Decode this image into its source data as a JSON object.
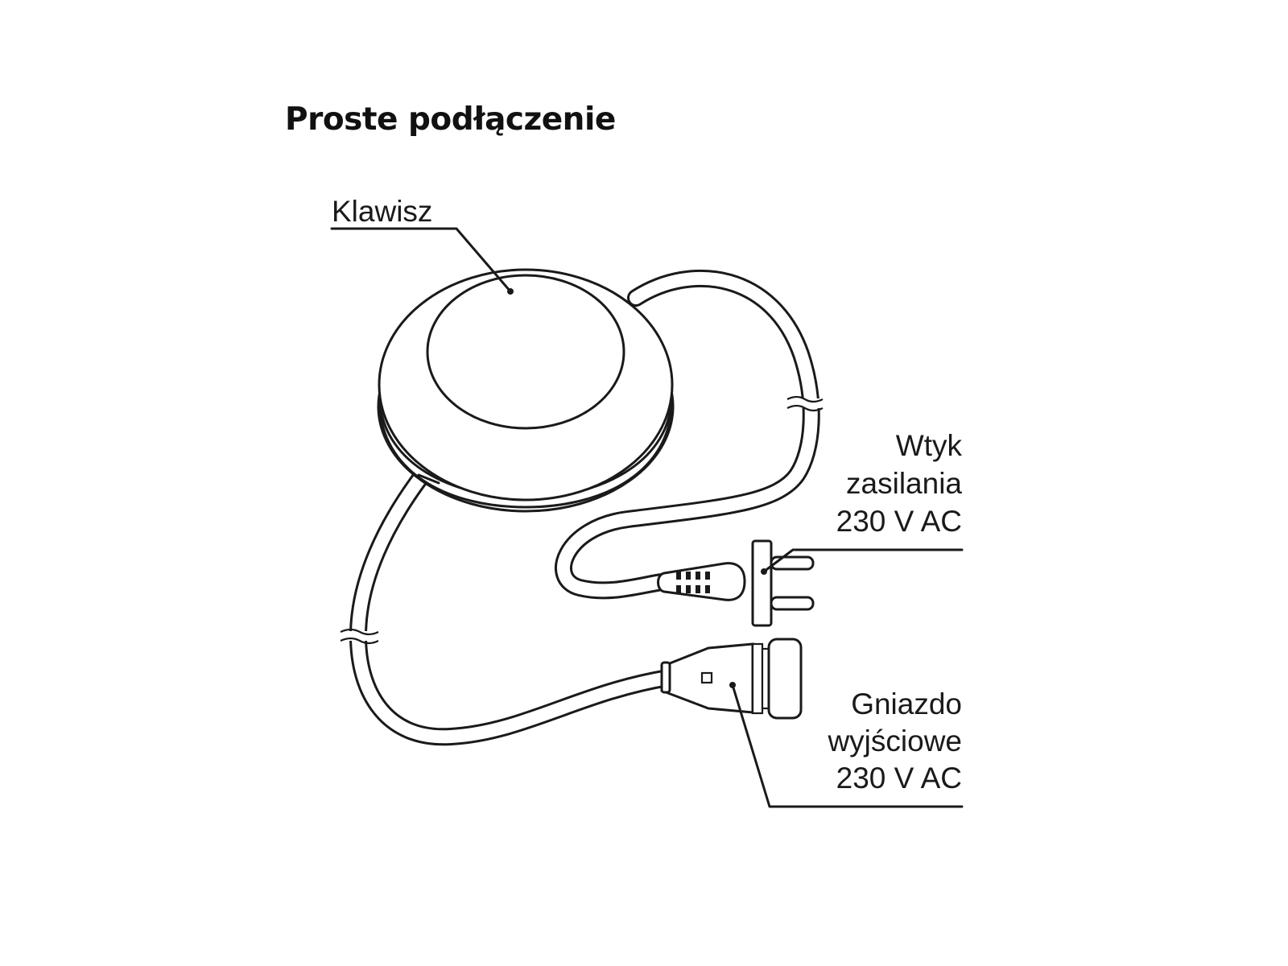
{
  "title": "Proste podłączenie",
  "labels": {
    "key": "Klawisz",
    "plug": [
      "Wtyk",
      "zasilania",
      "230 V AC"
    ],
    "socket": [
      "Gniazdo",
      "wyjściowe",
      "230 V AC"
    ]
  },
  "icons": [
    "foot-switch-icon",
    "power-plug-icon",
    "output-socket-icon",
    "cable-icon"
  ]
}
